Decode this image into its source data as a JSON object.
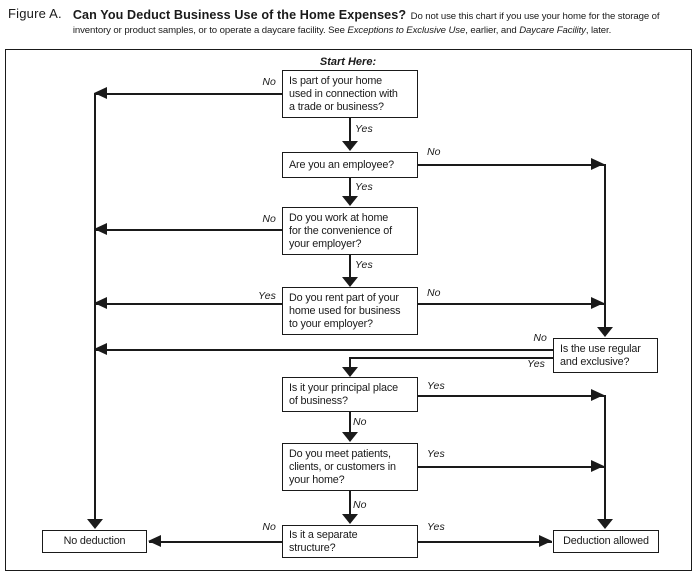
{
  "colors": {
    "ink": "#1a1a1a",
    "background": "#ffffff"
  },
  "header": {
    "figure_label": "Figure A.",
    "title": "Can You Deduct Business Use of the Home Expenses?",
    "note_line1": "Do not use this chart if you use your home for the storage of",
    "note_line2_pre": "inventory or product samples, or to operate a daycare facility. See ",
    "note_line2_italic1": "Exceptions to Exclusive Use",
    "note_line2_mid": ", earlier, and ",
    "note_line2_italic2": "Daycare Facility",
    "note_line2_post": ", later."
  },
  "flow": {
    "start_label": "Start Here:",
    "labels": {
      "yes": "Yes",
      "no": "No"
    },
    "nodes": {
      "q_trade": {
        "text": "Is part of your home\nused in connection with\na trade or business?"
      },
      "q_employee": {
        "text": "Are you an employee?"
      },
      "q_convenience": {
        "text": "Do you work at home\nfor the convenience of\nyour employer?"
      },
      "q_rent": {
        "text": "Do you rent part of your\nhome used for business\nto your employer?"
      },
      "q_regular_exclusive": {
        "text": "Is the use regular\nand exclusive?"
      },
      "q_principal": {
        "text": "Is it your principal place\nof business?"
      },
      "q_patients": {
        "text": "Do you meet patients,\nclients, or customers in\nyour home?"
      },
      "q_separate": {
        "text": "Is it a separate\nstructure?"
      },
      "no_deduction": {
        "text": "No deduction"
      },
      "deduction_allowed": {
        "text": "Deduction allowed"
      }
    }
  }
}
